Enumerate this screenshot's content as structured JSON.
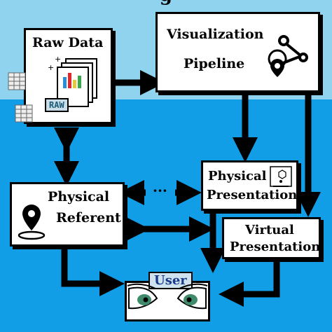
{
  "title_fragment": "g",
  "nodes": {
    "raw_data": {
      "label": "Raw Data",
      "badge": "RAW"
    },
    "pipeline": {
      "line1": "Visualization",
      "line2": "Pipeline"
    },
    "physical_referent": {
      "line1": "Physical",
      "line2": "Referent"
    },
    "physical_presentation": {
      "line1": "Physical",
      "line2": "Presentation"
    },
    "virtual_presentation": {
      "line1": "Virtual",
      "line2": "Presentation"
    },
    "user": {
      "label": "User"
    }
  },
  "edge_labels": {
    "dotted": "···"
  },
  "colors": {
    "top_band": "#8fd3ef",
    "bottom_band": "#129ee6",
    "arrow": "#000000",
    "box_fill": "#ffffff"
  }
}
